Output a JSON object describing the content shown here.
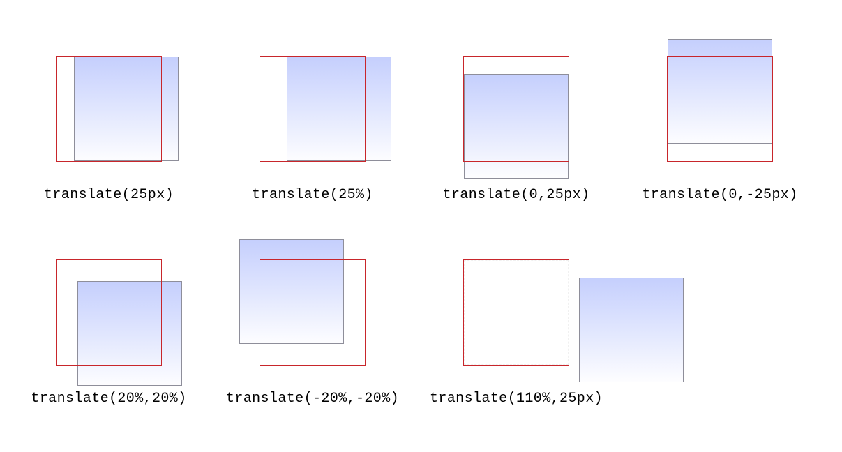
{
  "colors": {
    "original_border": "#c8262b",
    "translated_border": "#8e8e9a",
    "gradient_top": "#c5cffd",
    "gradient_bottom": "#fdfdff"
  },
  "examples": [
    {
      "label": "translate(25px)"
    },
    {
      "label": "translate(25%)"
    },
    {
      "label": "translate(0,25px)"
    },
    {
      "label": "translate(0,-25px)"
    },
    {
      "label": "translate(20%,20%)"
    },
    {
      "label": "translate(-20%,-20%)"
    },
    {
      "label": "translate(110%,25px)"
    }
  ]
}
